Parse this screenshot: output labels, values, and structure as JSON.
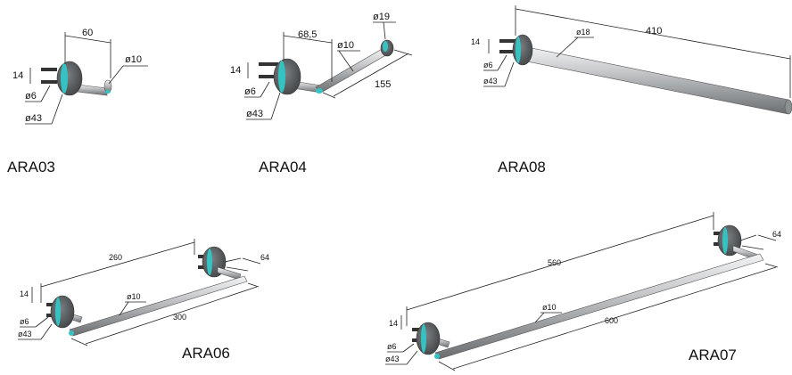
{
  "colors": {
    "rosette": "#5a5f62",
    "rosette_ring": "#35c2c2",
    "bar_light": "#d2d4d6",
    "bar_dark": "#6a6e71",
    "screw": "#333333",
    "dimension_line": "#222222"
  },
  "products": [
    {
      "model": "ARA03",
      "dims": {
        "width": "60",
        "bar_dia": "ø10",
        "screw_spacing": "14",
        "screw_dia": "ø6",
        "rosette_dia": "ø43"
      }
    },
    {
      "model": "ARA04",
      "dims": {
        "width": "68,5",
        "bar_dia": "ø10",
        "end_dia": "ø19",
        "length": "155",
        "screw_spacing": "14",
        "screw_dia": "ø6",
        "rosette_dia": "ø43"
      }
    },
    {
      "model": "ARA08",
      "dims": {
        "length": "410",
        "bar_dia": "ø18",
        "screw_spacing": "14",
        "screw_dia": "ø6",
        "rosette_dia": "ø43"
      }
    },
    {
      "model": "ARA06",
      "dims": {
        "center_dist": "260",
        "depth": "64",
        "bar_dia": "ø10",
        "length": "300",
        "screw_spacing": "14",
        "screw_dia": "ø6",
        "rosette_dia": "ø43"
      }
    },
    {
      "model": "ARA07",
      "dims": {
        "center_dist": "560",
        "depth": "64",
        "bar_dia": "ø10",
        "length": "600",
        "screw_spacing": "14",
        "screw_dia": "ø6",
        "rosette_dia": "ø43"
      }
    }
  ]
}
